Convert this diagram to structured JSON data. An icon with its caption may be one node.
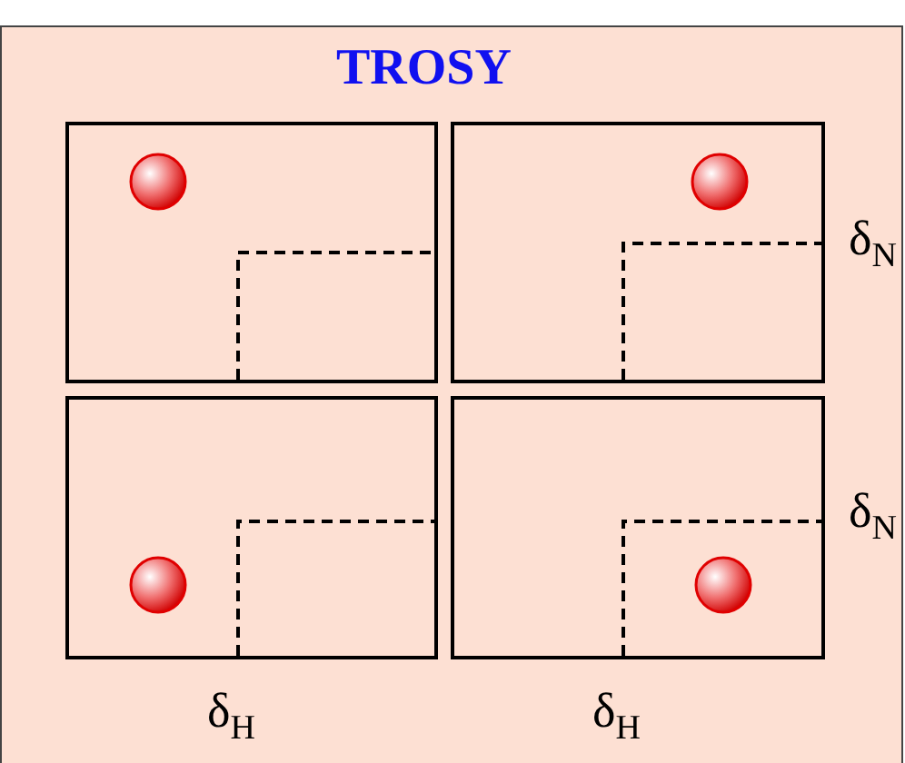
{
  "diagram": {
    "title": "TROSY",
    "nodes": [
      {
        "text": [],
        "shape": "box"
      },
      {
        "text": [],
        "shape": "box"
      },
      {
        "text": [],
        "shape": "box"
      },
      {
        "text": [],
        "shape": "box"
      }
    ],
    "labels": [
      "δ$_{N}$",
      "δ$_{N}$",
      "δ$_{H}$",
      "δ$_{H}$"
    ]
  }
}
